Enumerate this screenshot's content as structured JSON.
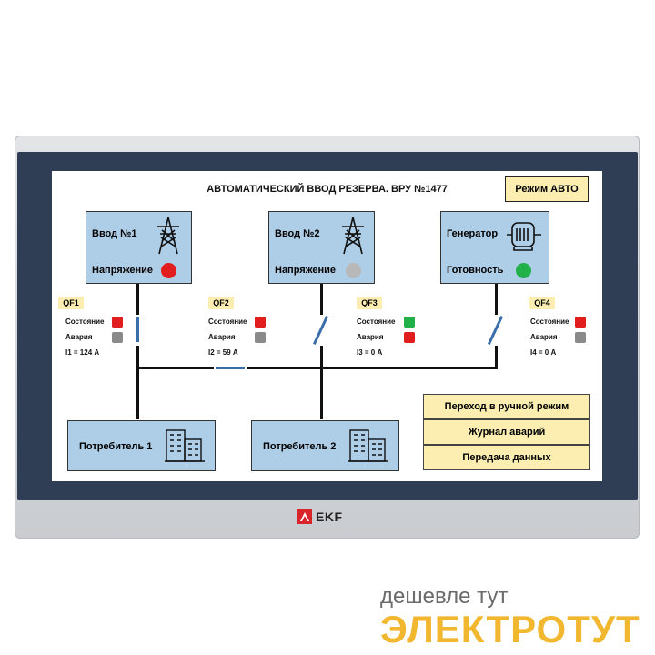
{
  "screen": {
    "title": "АВТОМАТИЧЕСКИЙ ВВОД РЕЗЕРВА. ВРУ №1477",
    "mode_label": "Режим АВТО"
  },
  "sources": [
    {
      "name": "Ввод №1",
      "status_label": "Напряжение",
      "indicator_color": "#e11d1d",
      "icon": "power-tower-icon"
    },
    {
      "name": "Ввод №2",
      "status_label": "Напряжение",
      "indicator_color": "#b8b8b8",
      "icon": "power-tower-icon"
    },
    {
      "name": "Генератор",
      "status_label": "Готовность",
      "indicator_color": "#22b04a",
      "icon": "generator-icon"
    }
  ],
  "breakers": [
    {
      "id": "QF1",
      "state_label": "Состояние",
      "state_color": "#e11d1d",
      "alarm_label": "Авария",
      "alarm_color": "#8a8a8a",
      "current": "I1 = 124 А"
    },
    {
      "id": "QF2",
      "state_label": "Состояние",
      "state_color": "#e11d1d",
      "alarm_label": "Авария",
      "alarm_color": "#8a8a8a",
      "current": "I2 = 59 А"
    },
    {
      "id": "QF3",
      "state_label": "Состояние",
      "state_color": "#22b04a",
      "alarm_label": "Авария",
      "alarm_color": "#e11d1d",
      "current": "I3 = 0 А"
    },
    {
      "id": "QF4",
      "state_label": "Состояние",
      "state_color": "#e11d1d",
      "alarm_label": "Авария",
      "alarm_color": "#8a8a8a",
      "current": "I4 = 0 А"
    }
  ],
  "loads": [
    {
      "name": "Потребитель 1",
      "icon": "building-icon"
    },
    {
      "name": "Потребитель 2",
      "icon": "building-icon"
    }
  ],
  "buttons": {
    "manual_mode": "Переход в ручной режим",
    "alarm_log": "Журнал аварий",
    "data_transfer": "Передача данных"
  },
  "device": {
    "brand": "EKF"
  },
  "watermark": {
    "line1": "дешевле тут",
    "line2": "ЭЛЕКТРОТУТ"
  },
  "colors": {
    "panel_blue": "#aecde6",
    "button_yellow": "#fbeeb0",
    "frame": "#2f3d55"
  }
}
